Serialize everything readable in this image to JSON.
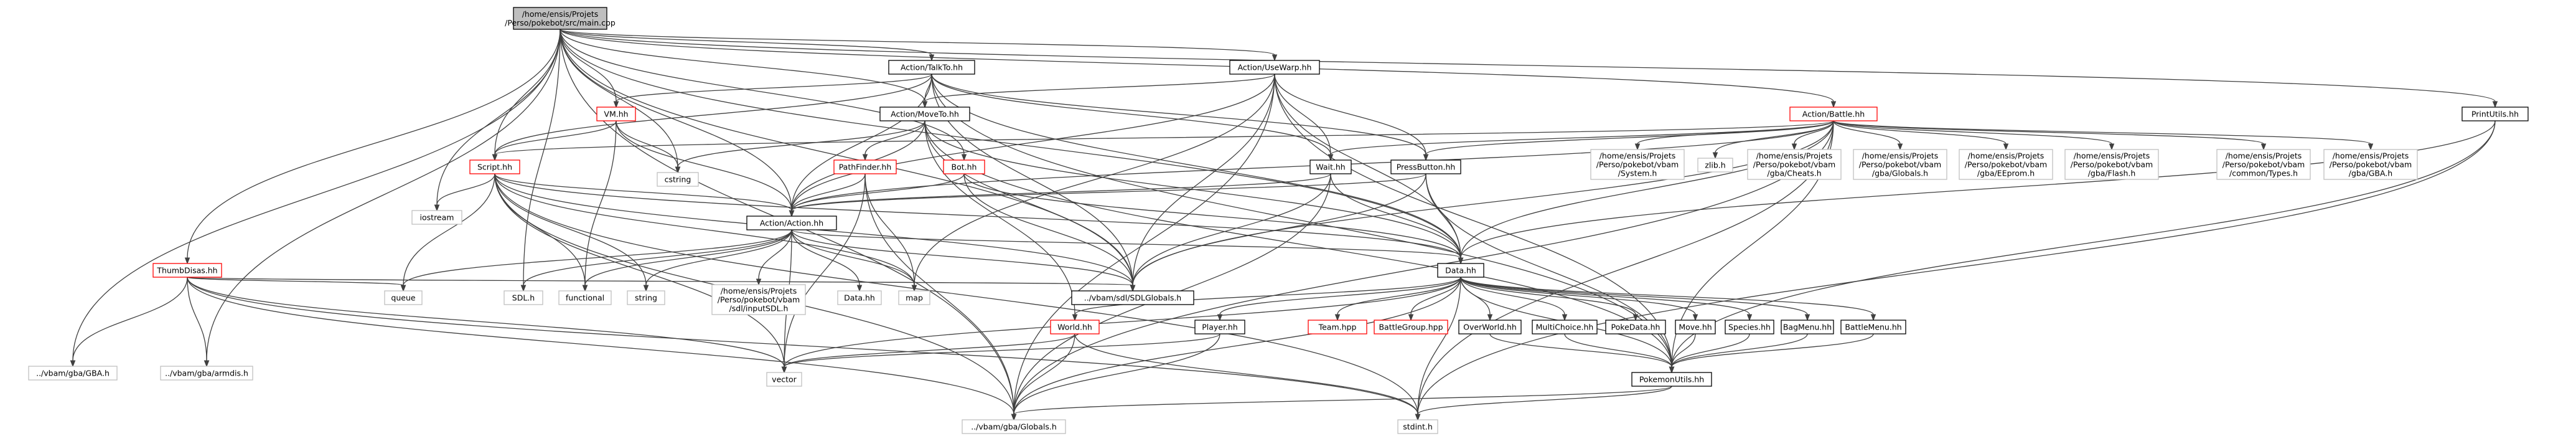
{
  "graph": {
    "nodes": [
      {
        "id": "root",
        "label": [
          "/home/ensis/Projets",
          "/Perso/pokebot/src/main.cpp"
        ],
        "kind": "root"
      },
      {
        "id": "gba_gba",
        "label": [
          "../vbam/gba/GBA.h"
        ],
        "kind": "gray"
      },
      {
        "id": "armdis",
        "label": [
          "../vbam/gba/armdis.h"
        ],
        "kind": "gray"
      },
      {
        "id": "thumbdis",
        "label": [
          "ThumbDisas.hh"
        ],
        "kind": "red"
      },
      {
        "id": "vm",
        "label": [
          "VM.hh"
        ],
        "kind": "red"
      },
      {
        "id": "script",
        "label": [
          "Script.hh"
        ],
        "kind": "red"
      },
      {
        "id": "talkto",
        "label": [
          "Action/TalkTo.hh"
        ],
        "kind": "plain"
      },
      {
        "id": "movetoaction",
        "label": [
          "Action/MoveTo.hh"
        ],
        "kind": "plain"
      },
      {
        "id": "usewarp",
        "label": [
          "Action/UseWarp.hh"
        ],
        "kind": "plain"
      },
      {
        "id": "battle",
        "label": [
          "Action/Battle.hh"
        ],
        "kind": "red"
      },
      {
        "id": "printutils",
        "label": [
          "PrintUtils.hh"
        ],
        "kind": "plain"
      },
      {
        "id": "pathfinder",
        "label": [
          "PathFinder.hh"
        ],
        "kind": "red"
      },
      {
        "id": "bot",
        "label": [
          "Bot.hh"
        ],
        "kind": "red"
      },
      {
        "id": "wait",
        "label": [
          "Wait.hh"
        ],
        "kind": "plain"
      },
      {
        "id": "pressbutton",
        "label": [
          "PressButton.hh"
        ],
        "kind": "plain"
      },
      {
        "id": "cstring",
        "label": [
          "cstring"
        ],
        "kind": "gray"
      },
      {
        "id": "iostream",
        "label": [
          "iostream"
        ],
        "kind": "gray"
      },
      {
        "id": "actionaction",
        "label": [
          "Action/Action.hh"
        ],
        "kind": "plain"
      },
      {
        "id": "queue",
        "label": [
          "queue"
        ],
        "kind": "gray"
      },
      {
        "id": "sdl",
        "label": [
          "SDL.h"
        ],
        "kind": "gray"
      },
      {
        "id": "functional",
        "label": [
          "functional"
        ],
        "kind": "gray"
      },
      {
        "id": "string",
        "label": [
          "string"
        ],
        "kind": "gray"
      },
      {
        "id": "inputsdl",
        "label": [
          "/home/ensis/Projets",
          "/Perso/pokebot/vbam",
          "/sdl/inputSDL.h"
        ],
        "kind": "gray"
      },
      {
        "id": "datah",
        "label": [
          "Data.hh"
        ],
        "kind": "gray"
      },
      {
        "id": "map",
        "label": [
          "map"
        ],
        "kind": "gray"
      },
      {
        "id": "sdlglobals",
        "label": [
          "../vbam/sdl/SDLGlobals.h"
        ],
        "kind": "plain"
      },
      {
        "id": "datahh",
        "label": [
          "Data.hh"
        ],
        "kind": "plain"
      },
      {
        "id": "systemh",
        "label": [
          "/home/ensis/Projets",
          "/Perso/pokebot/vbam",
          "/System.h"
        ],
        "kind": "gray"
      },
      {
        "id": "zlib",
        "label": [
          "zlib.h"
        ],
        "kind": "gray"
      },
      {
        "id": "cheats",
        "label": [
          "/home/ensis/Projets",
          "/Perso/pokebot/vbam",
          "/gba/Cheats.h"
        ],
        "kind": "gray"
      },
      {
        "id": "gbaglobals2",
        "label": [
          "/home/ensis/Projets",
          "/Perso/pokebot/vbam",
          "/gba/Globals.h"
        ],
        "kind": "gray"
      },
      {
        "id": "eeprom",
        "label": [
          "/home/ensis/Projets",
          "/Perso/pokebot/vbam",
          "/gba/EEprom.h"
        ],
        "kind": "gray"
      },
      {
        "id": "flash",
        "label": [
          "/home/ensis/Projets",
          "/Perso/pokebot/vbam",
          "/gba/Flash.h"
        ],
        "kind": "gray"
      },
      {
        "id": "types",
        "label": [
          "/home/ensis/Projets",
          "/Perso/pokebot/vbam",
          "/common/Types.h"
        ],
        "kind": "gray"
      },
      {
        "id": "gbah2",
        "label": [
          "/home/ensis/Projets",
          "/Perso/pokebot/vbam",
          "/gba/GBA.h"
        ],
        "kind": "gray"
      },
      {
        "id": "team",
        "label": [
          "Team.hpp"
        ],
        "kind": "red"
      },
      {
        "id": "battlegroup",
        "label": [
          "BattleGroup.hpp"
        ],
        "kind": "red"
      },
      {
        "id": "overworld",
        "label": [
          "OverWorld.hh"
        ],
        "kind": "plain"
      },
      {
        "id": "multichoice",
        "label": [
          "MultiChoice.hh"
        ],
        "kind": "plain"
      },
      {
        "id": "pokedata",
        "label": [
          "PokeData.hh"
        ],
        "kind": "plain"
      },
      {
        "id": "move",
        "label": [
          "Move.hh"
        ],
        "kind": "plain"
      },
      {
        "id": "species",
        "label": [
          "Species.hh"
        ],
        "kind": "plain"
      },
      {
        "id": "bagmenu",
        "label": [
          "BagMenu.hh"
        ],
        "kind": "plain"
      },
      {
        "id": "battlemenu",
        "label": [
          "BattleMenu.hh"
        ],
        "kind": "plain"
      },
      {
        "id": "world",
        "label": [
          "World.hh"
        ],
        "kind": "red"
      },
      {
        "id": "player",
        "label": [
          "Player.hh"
        ],
        "kind": "plain"
      },
      {
        "id": "vector",
        "label": [
          "vector"
        ],
        "kind": "gray"
      },
      {
        "id": "pokemonutils",
        "label": [
          "PokemonUtils.hh"
        ],
        "kind": "plain"
      },
      {
        "id": "vbamglobals",
        "label": [
          "../vbam/gba/Globals.h"
        ],
        "kind": "gray"
      },
      {
        "id": "stdint",
        "label": [
          "stdint.h"
        ],
        "kind": "gray"
      }
    ],
    "edges": [
      [
        "root",
        "gba_gba"
      ],
      [
        "root",
        "armdis"
      ],
      [
        "root",
        "thumbdis"
      ],
      [
        "root",
        "vm"
      ],
      [
        "root",
        "script"
      ],
      [
        "root",
        "talkto"
      ],
      [
        "root",
        "usewarp"
      ],
      [
        "root",
        "battle"
      ],
      [
        "root",
        "printutils"
      ],
      [
        "root",
        "iostream"
      ],
      [
        "root",
        "cstring"
      ],
      [
        "root",
        "actionaction"
      ],
      [
        "root",
        "sdlglobals"
      ],
      [
        "root",
        "datahh"
      ],
      [
        "root",
        "vbamglobals"
      ],
      [
        "root",
        "movetoaction"
      ],
      [
        "root",
        "bot"
      ],
      [
        "root",
        "sdl"
      ],
      [
        "thumbdis",
        "gba_gba"
      ],
      [
        "thumbdis",
        "armdis"
      ],
      [
        "thumbdis",
        "queue"
      ],
      [
        "thumbdis",
        "sdlglobals"
      ],
      [
        "thumbdis",
        "vector"
      ],
      [
        "thumbdis",
        "vbamglobals"
      ],
      [
        "thumbdis",
        "stdint"
      ],
      [
        "vm",
        "script"
      ],
      [
        "vm",
        "cstring"
      ],
      [
        "vm",
        "actionaction"
      ],
      [
        "vm",
        "functional"
      ],
      [
        "script",
        "iostream"
      ],
      [
        "script",
        "actionaction"
      ],
      [
        "script",
        "queue"
      ],
      [
        "script",
        "functional"
      ],
      [
        "script",
        "string"
      ],
      [
        "script",
        "map"
      ],
      [
        "script",
        "vector"
      ],
      [
        "script",
        "datahh"
      ],
      [
        "script",
        "sdlglobals"
      ],
      [
        "script",
        "vbamglobals"
      ],
      [
        "script",
        "stdint"
      ],
      [
        "talkto",
        "vm"
      ],
      [
        "talkto",
        "script"
      ],
      [
        "talkto",
        "movetoaction"
      ],
      [
        "talkto",
        "actionaction"
      ],
      [
        "talkto",
        "wait"
      ],
      [
        "talkto",
        "pressbutton"
      ],
      [
        "talkto",
        "datahh"
      ],
      [
        "talkto",
        "sdlglobals"
      ],
      [
        "talkto",
        "pokemonutils"
      ],
      [
        "movetoaction",
        "cstring"
      ],
      [
        "movetoaction",
        "actionaction"
      ],
      [
        "movetoaction",
        "pathfinder"
      ],
      [
        "movetoaction",
        "datahh"
      ],
      [
        "movetoaction",
        "sdlglobals"
      ],
      [
        "movetoaction",
        "pokemonutils"
      ],
      [
        "movetoaction",
        "world"
      ],
      [
        "usewarp",
        "movetoaction"
      ],
      [
        "usewarp",
        "actionaction"
      ],
      [
        "usewarp",
        "wait"
      ],
      [
        "usewarp",
        "pressbutton"
      ],
      [
        "usewarp",
        "datahh"
      ],
      [
        "usewarp",
        "sdlglobals"
      ],
      [
        "usewarp",
        "map"
      ],
      [
        "usewarp",
        "vbamglobals"
      ],
      [
        "usewarp",
        "pokemonutils"
      ],
      [
        "battle",
        "script"
      ],
      [
        "battle",
        "actionaction"
      ],
      [
        "battle",
        "wait"
      ],
      [
        "battle",
        "pressbutton"
      ],
      [
        "battle",
        "systemh"
      ],
      [
        "battle",
        "zlib"
      ],
      [
        "battle",
        "cheats"
      ],
      [
        "battle",
        "gbaglobals2"
      ],
      [
        "battle",
        "eeprom"
      ],
      [
        "battle",
        "flash"
      ],
      [
        "battle",
        "types"
      ],
      [
        "battle",
        "gbah2"
      ],
      [
        "battle",
        "datahh"
      ],
      [
        "battle",
        "sdlglobals"
      ],
      [
        "battle",
        "pokemonutils"
      ],
      [
        "battle",
        "stdint"
      ],
      [
        "battle",
        "vbamglobals"
      ],
      [
        "printutils",
        "datahh"
      ],
      [
        "printutils",
        "pokemonutils"
      ],
      [
        "printutils",
        "stdint"
      ],
      [
        "pathfinder",
        "actionaction"
      ],
      [
        "pathfinder",
        "map"
      ],
      [
        "pathfinder",
        "vector"
      ],
      [
        "pathfinder",
        "vbamglobals"
      ],
      [
        "bot",
        "actionaction"
      ],
      [
        "bot",
        "datahh"
      ],
      [
        "bot",
        "sdlglobals"
      ],
      [
        "wait",
        "actionaction"
      ],
      [
        "wait",
        "sdlglobals"
      ],
      [
        "wait",
        "datahh"
      ],
      [
        "wait",
        "vbamglobals"
      ],
      [
        "pressbutton",
        "actionaction"
      ],
      [
        "pressbutton",
        "sdlglobals"
      ],
      [
        "pressbutton",
        "datahh"
      ],
      [
        "pressbutton",
        "pokemonutils"
      ],
      [
        "actionaction",
        "queue"
      ],
      [
        "actionaction",
        "sdl"
      ],
      [
        "actionaction",
        "functional"
      ],
      [
        "actionaction",
        "string"
      ],
      [
        "actionaction",
        "inputsdl"
      ],
      [
        "actionaction",
        "datah"
      ],
      [
        "actionaction",
        "map"
      ],
      [
        "actionaction",
        "sdlglobals"
      ],
      [
        "actionaction",
        "vector"
      ],
      [
        "actionaction",
        "datahh"
      ],
      [
        "datahh",
        "team"
      ],
      [
        "datahh",
        "battlegroup"
      ],
      [
        "datahh",
        "overworld"
      ],
      [
        "datahh",
        "multichoice"
      ],
      [
        "datahh",
        "pokedata"
      ],
      [
        "datahh",
        "move"
      ],
      [
        "datahh",
        "species"
      ],
      [
        "datahh",
        "bagmenu"
      ],
      [
        "datahh",
        "battlemenu"
      ],
      [
        "datahh",
        "world"
      ],
      [
        "datahh",
        "player"
      ],
      [
        "datahh",
        "vector"
      ],
      [
        "datahh",
        "pokemonutils"
      ],
      [
        "datahh",
        "vbamglobals"
      ],
      [
        "datahh",
        "stdint"
      ],
      [
        "overworld",
        "pokemonutils"
      ],
      [
        "multichoice",
        "pokemonutils"
      ],
      [
        "move",
        "pokemonutils"
      ],
      [
        "species",
        "pokemonutils"
      ],
      [
        "bagmenu",
        "pokemonutils"
      ],
      [
        "battlemenu",
        "pokemonutils"
      ],
      [
        "world",
        "vector"
      ],
      [
        "world",
        "vbamglobals"
      ],
      [
        "world",
        "stdint"
      ],
      [
        "player",
        "vector"
      ],
      [
        "player",
        "vbamglobals"
      ],
      [
        "pokemonutils",
        "vbamglobals"
      ],
      [
        "pokemonutils",
        "stdint"
      ]
    ]
  }
}
